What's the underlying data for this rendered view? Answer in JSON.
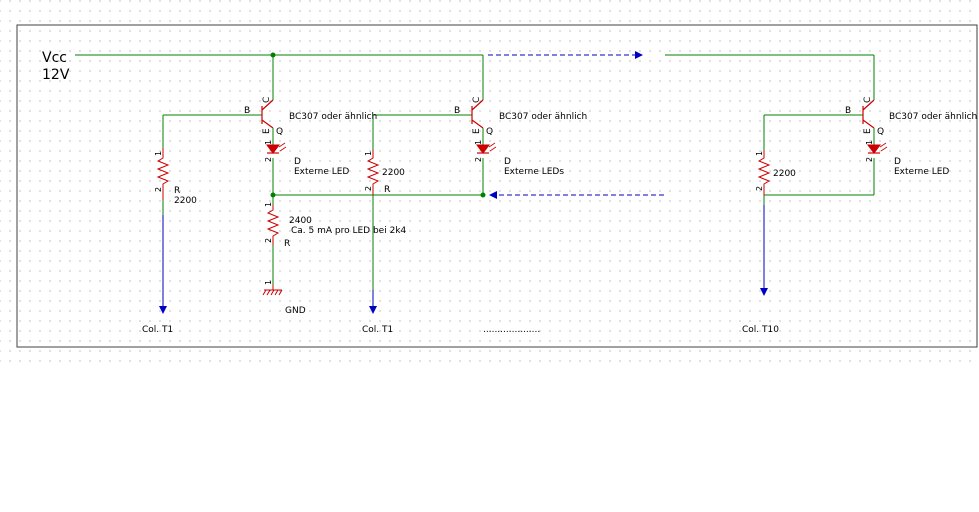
{
  "colors": {
    "wire": "#008000",
    "signal": "#0000c0",
    "part": "#cc0000",
    "ink": "#000000",
    "border": "#404040"
  },
  "supply": {
    "name": "Vcc",
    "voltage": "12V"
  },
  "ground": {
    "label": "GND"
  },
  "stages": [
    {
      "transistor": {
        "label": "BC307 oder ähnlich",
        "q": "Q",
        "pin_b": "B",
        "pin_c": "C",
        "pin_e": "E"
      },
      "led": {
        "ref": "D",
        "value": "Externe LED",
        "pin1": "1",
        "pin2": "2"
      },
      "base_resistor": {
        "ref": "R",
        "value": "2200",
        "pin1": "1",
        "pin2": "2"
      },
      "output": "Col. T1"
    },
    {
      "transistor": {
        "label": "BC307 oder ähnlich",
        "q": "Q",
        "pin_b": "B",
        "pin_c": "C",
        "pin_e": "E"
      },
      "led": {
        "ref": "D",
        "value": "Externe LEDs",
        "pin1": "1",
        "pin2": "2"
      },
      "base_resistor": {
        "ref": "R",
        "value": "2200",
        "pin1": "1",
        "pin2": "2"
      },
      "output": "Col. T1"
    },
    {
      "transistor": {
        "label": "BC307 oder ähnlich",
        "q": "Q",
        "pin_b": "B",
        "pin_c": "C",
        "pin_e": "E"
      },
      "led": {
        "ref": "D",
        "value": "Externe LED",
        "pin1": "1",
        "pin2": "2"
      },
      "base_resistor": {
        "ref": "",
        "value": "2200",
        "pin1": "1",
        "pin2": "2"
      },
      "output": "Col. T10"
    }
  ],
  "common_resistor": {
    "ref": "R",
    "value": "2400",
    "note": "Ca. 5 mA pro LED bei 2k4",
    "pin1": "1",
    "pin2": "2"
  },
  "ground_pin": "1",
  "ellipsis": "...................."
}
